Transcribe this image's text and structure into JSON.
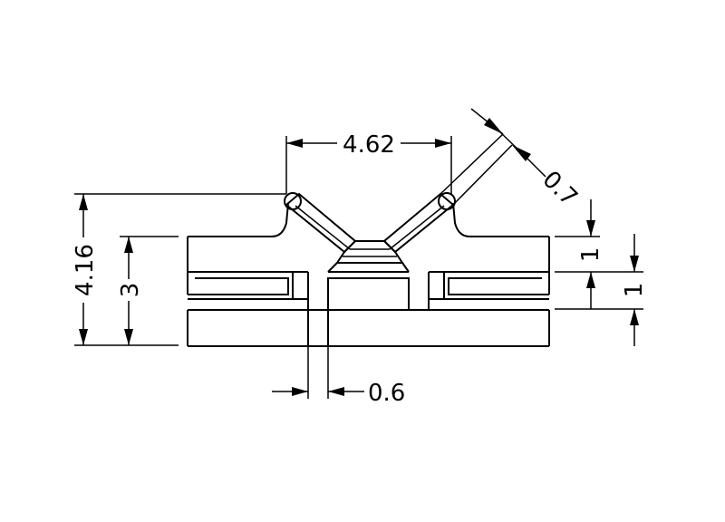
{
  "dimensions": {
    "top_width": "4.62",
    "angled_thickness": "0.7",
    "overall_height": "4.16",
    "body_height": "3",
    "slot_gap": "0.6",
    "slot_pitch_upper": "1",
    "slot_pitch_lower": "1"
  },
  "colors": {
    "line": "#000000",
    "background": "#ffffff"
  }
}
